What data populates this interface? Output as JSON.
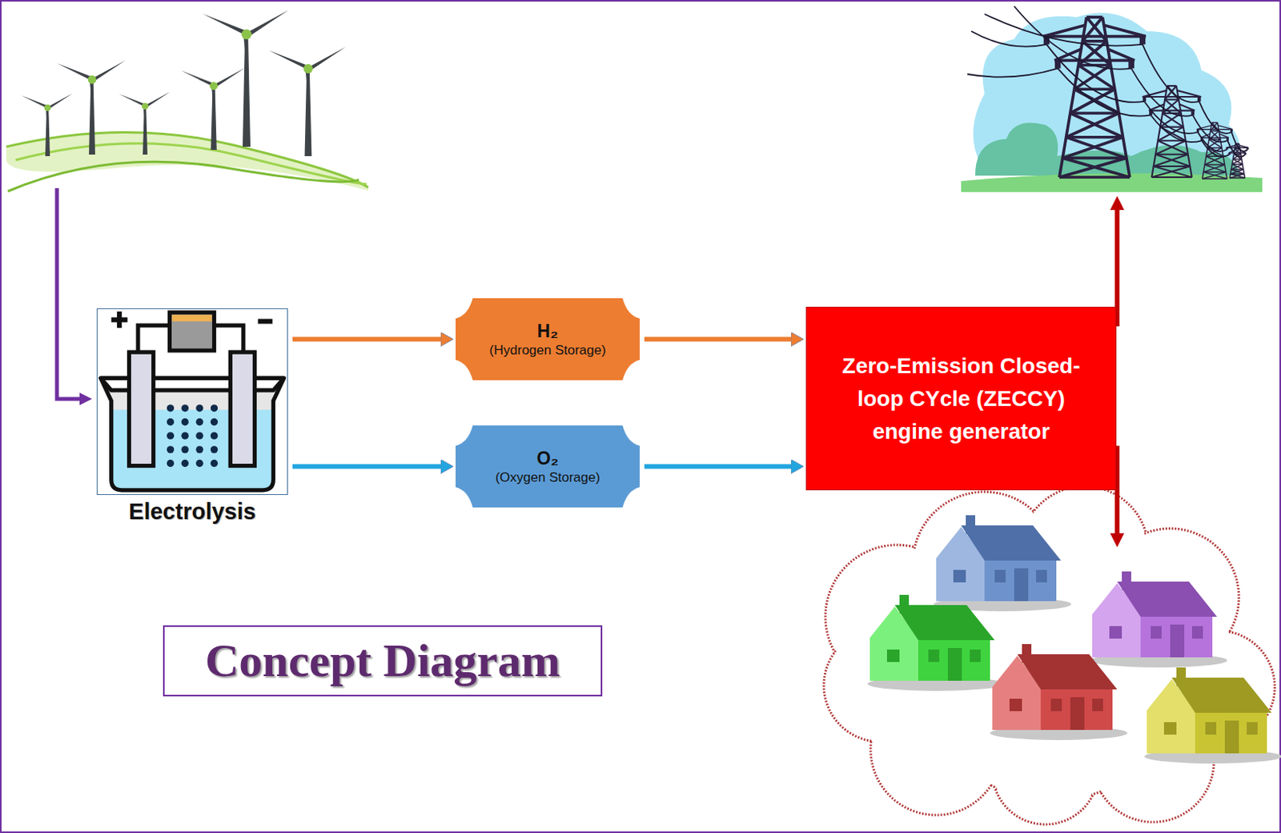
{
  "diagram": {
    "title": "Concept Diagram",
    "nodes": [
      {
        "text": [
          "Electrolysis"
        ]
      },
      {
        "text": [
          "H₂",
          "(Hydrogen Storage)"
        ]
      },
      {
        "text": [
          "O₂",
          "(Oxygen Storage)"
        ]
      },
      {
        "text": [
          "Zero-Emission Closed-loop CYcle (ZECCY) engine generator"
        ]
      }
    ],
    "edges": [
      {
        "from": 0,
        "to": 1,
        "arrow": "to"
      },
      {
        "from": 0,
        "to": 2,
        "arrow": "to"
      },
      {
        "from": 1,
        "to": 3,
        "arrow": "to"
      },
      {
        "from": 2,
        "to": 3,
        "arrow": "to"
      }
    ]
  }
}
